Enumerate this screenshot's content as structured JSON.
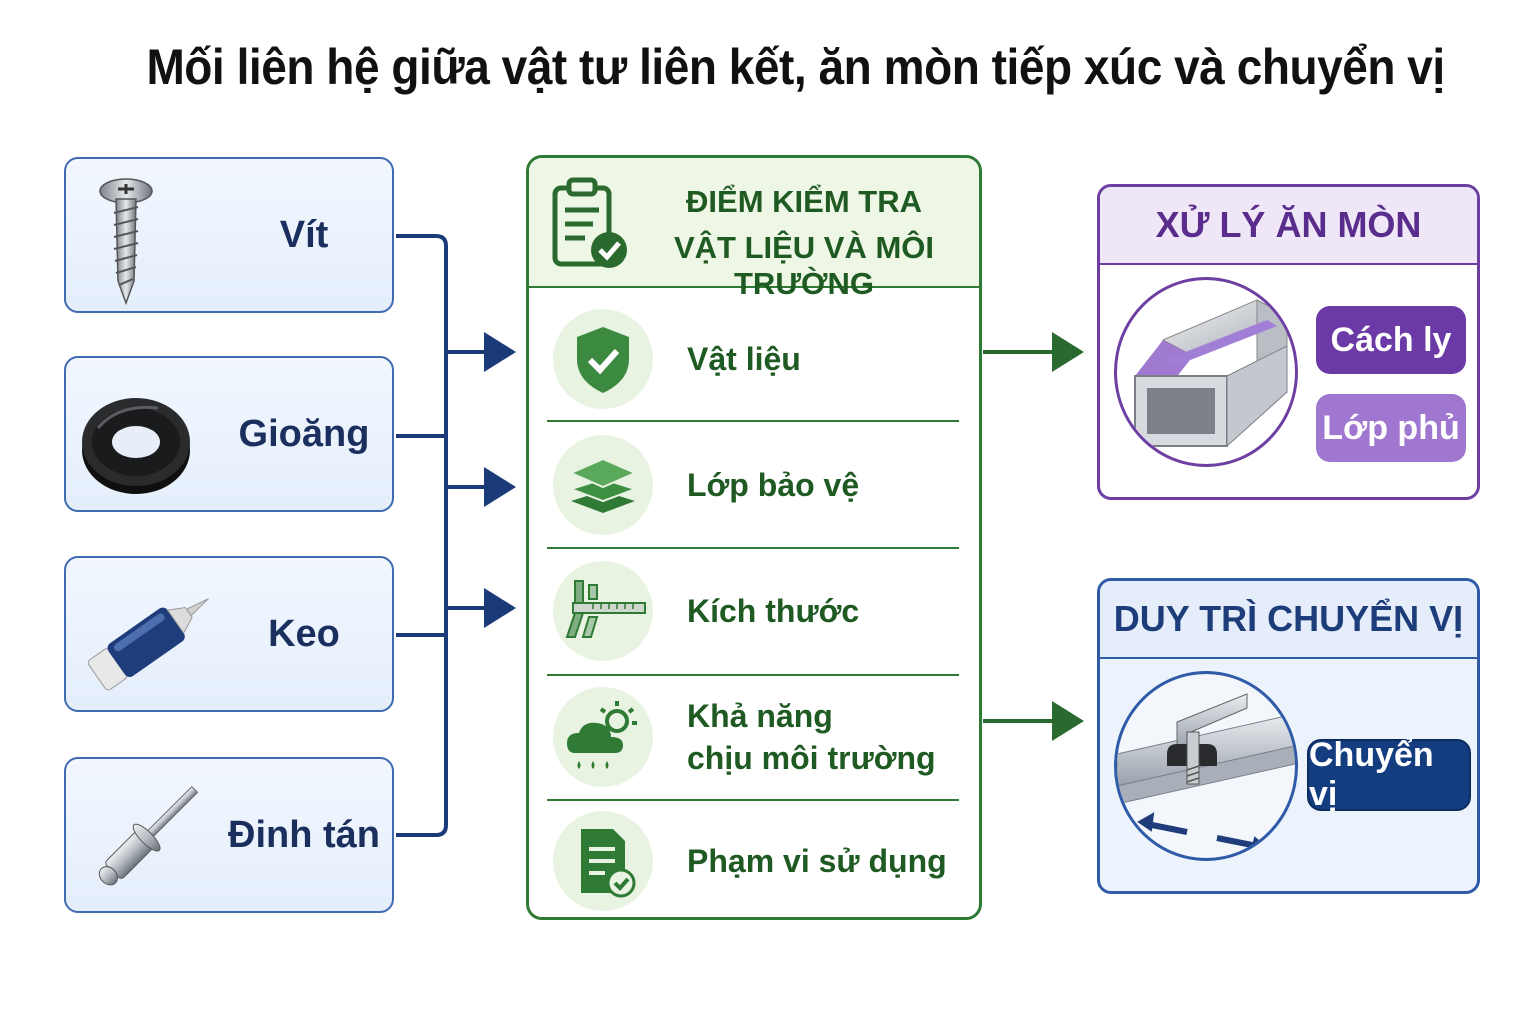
{
  "title": "Mối liên hệ giữa vật tư liên kết, ăn mòn tiếp xúc và chuyển vị",
  "fasteners": [
    {
      "label": "Vít",
      "icon": "screw-icon"
    },
    {
      "label": "Gioăng",
      "icon": "gasket-icon"
    },
    {
      "label": "Keo",
      "icon": "sealant-tube-icon"
    },
    {
      "label": "Đinh tán",
      "icon": "rivet-icon"
    }
  ],
  "checkpoint": {
    "title_line1": "ĐIỂM KIỂM TRA",
    "title_line2": "VẬT LIỆU VÀ MÔI TRƯỜNG",
    "items": [
      {
        "label": "Vật liệu",
        "icon": "shield-check-icon"
      },
      {
        "label": "Lớp bảo vệ",
        "icon": "layers-icon"
      },
      {
        "label": "Kích thước",
        "icon": "caliper-icon"
      },
      {
        "label_line1": "Khả năng",
        "label_line2": "chịu môi trường",
        "icon": "weather-icon"
      },
      {
        "label": "Phạm vi sử dụng",
        "icon": "document-check-icon"
      }
    ]
  },
  "corrosion": {
    "title": "XỬ LÝ ĂN MÒN",
    "options": [
      "Cách ly",
      "Lớp phủ"
    ]
  },
  "movement": {
    "title": "DUY TRÌ CHUYỂN VỊ",
    "option": "Chuyển vị"
  },
  "colors": {
    "navy": "#1a3a7a",
    "green": "#2f7a35",
    "purple": "#6e3fa3",
    "blue": "#2f5aa8"
  }
}
